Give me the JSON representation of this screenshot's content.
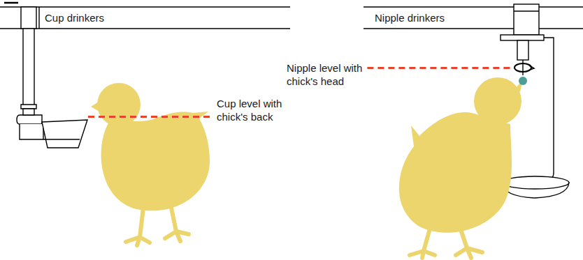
{
  "diagram": {
    "nodes": [
      {
        "text": [
          "Cup drinkers"
        ]
      },
      {
        "text": [
          "Nipple drinkers"
        ]
      }
    ],
    "labels": [
      "Cup level with chick's back",
      "Nipple level with chick's head"
    ]
  }
}
